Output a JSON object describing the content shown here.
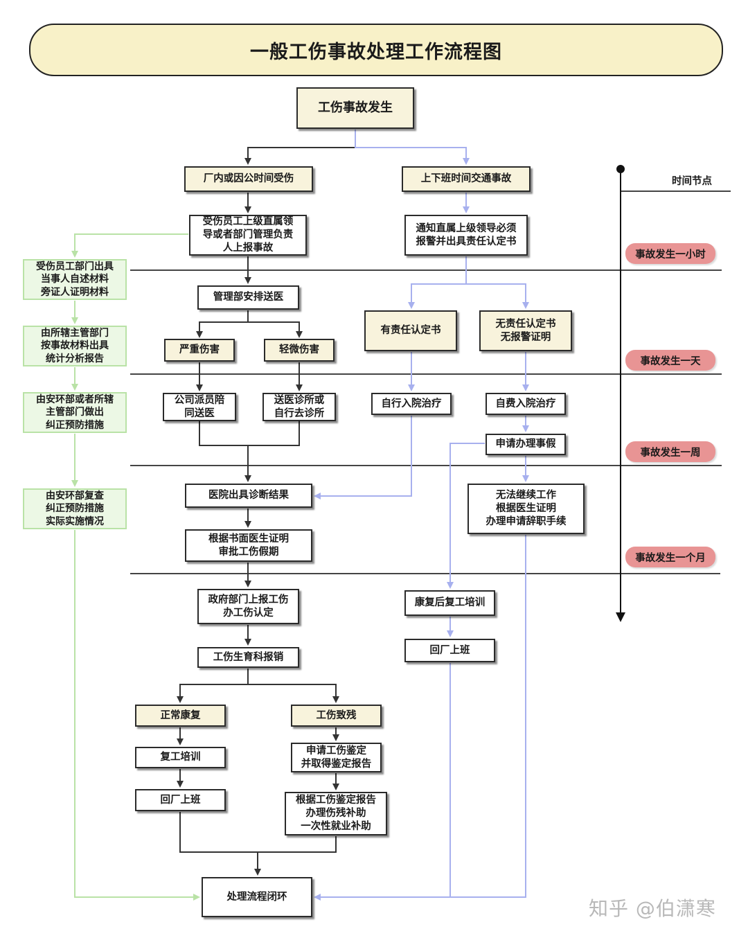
{
  "title": "一般工伤事故处理工作流程图",
  "colors": {
    "title_bg": "#f8f1c8",
    "cream_node": "#f8f3dc",
    "side_green": "#ecf8e5",
    "time_tag": "#e89494",
    "blue_line": "#a7b0ee",
    "green_line": "#b9e2a6"
  },
  "nodes": {
    "start": "工伤事故发生",
    "work_injury": "厂内或因公时间受伤",
    "commute": "上下班时间交通事故",
    "report_leader": "受伤员工上级直属领\n导或者部门管理负责\n人上报事故",
    "notify_police": "通知直属上级领导必须\n报警并出具责任认定书",
    "send_hospital": "管理部安排送医",
    "severe": "严重伤害",
    "minor": "轻微伤害",
    "escort": "公司派员陪\n同送医",
    "clinic": "送医诊所或\n自行去诊所",
    "hospital_diag": "医院出具诊断结果",
    "approve_leave": "根据书面医生证明\n审批工伤假期",
    "gov_report": "政府部门上报工伤\n办工伤认定",
    "insurance": "工伤生育科报销",
    "normal_recovery": "正常康复",
    "disability": "工伤致残",
    "return_training": "复工培训",
    "return_work_left": "回厂上班",
    "appraisal": "申请工伤鉴定\n并取得鉴定报告",
    "compensation": "根据工伤鉴定报告\n办理伤残补助\n一次性就业补助",
    "close_loop": "处理流程闭环",
    "liable": "有责任认定书",
    "no_liability": "无责任认定书\n无报警证明",
    "self_hospital": "自行入院治疗",
    "self_paid": "自费入院治疗",
    "apply_leave": "申请办理事假",
    "cannot_work": "无法继续工作\n根据医生证明\n办理申请辞职手续",
    "recovery_training": "康复后复工培训",
    "return_work_right": "回厂上班"
  },
  "side_notes": [
    "受伤员工部门出具\n当事人自述材料\n旁证人证明材料",
    "由所辖主管部门\n按事故材料出具\n统计分析报告",
    "由安环部或者所辖\n主管部门做出\n纠正预防措施",
    "由安环部复查\n纠正预防措施\n实际实施情况"
  ],
  "timeline": {
    "label": "时间节点",
    "tags": [
      "事故发生一小时",
      "事故发生一天",
      "事故发生一周",
      "事故发生一个月"
    ]
  },
  "watermark": "知乎 @伯潇寒"
}
